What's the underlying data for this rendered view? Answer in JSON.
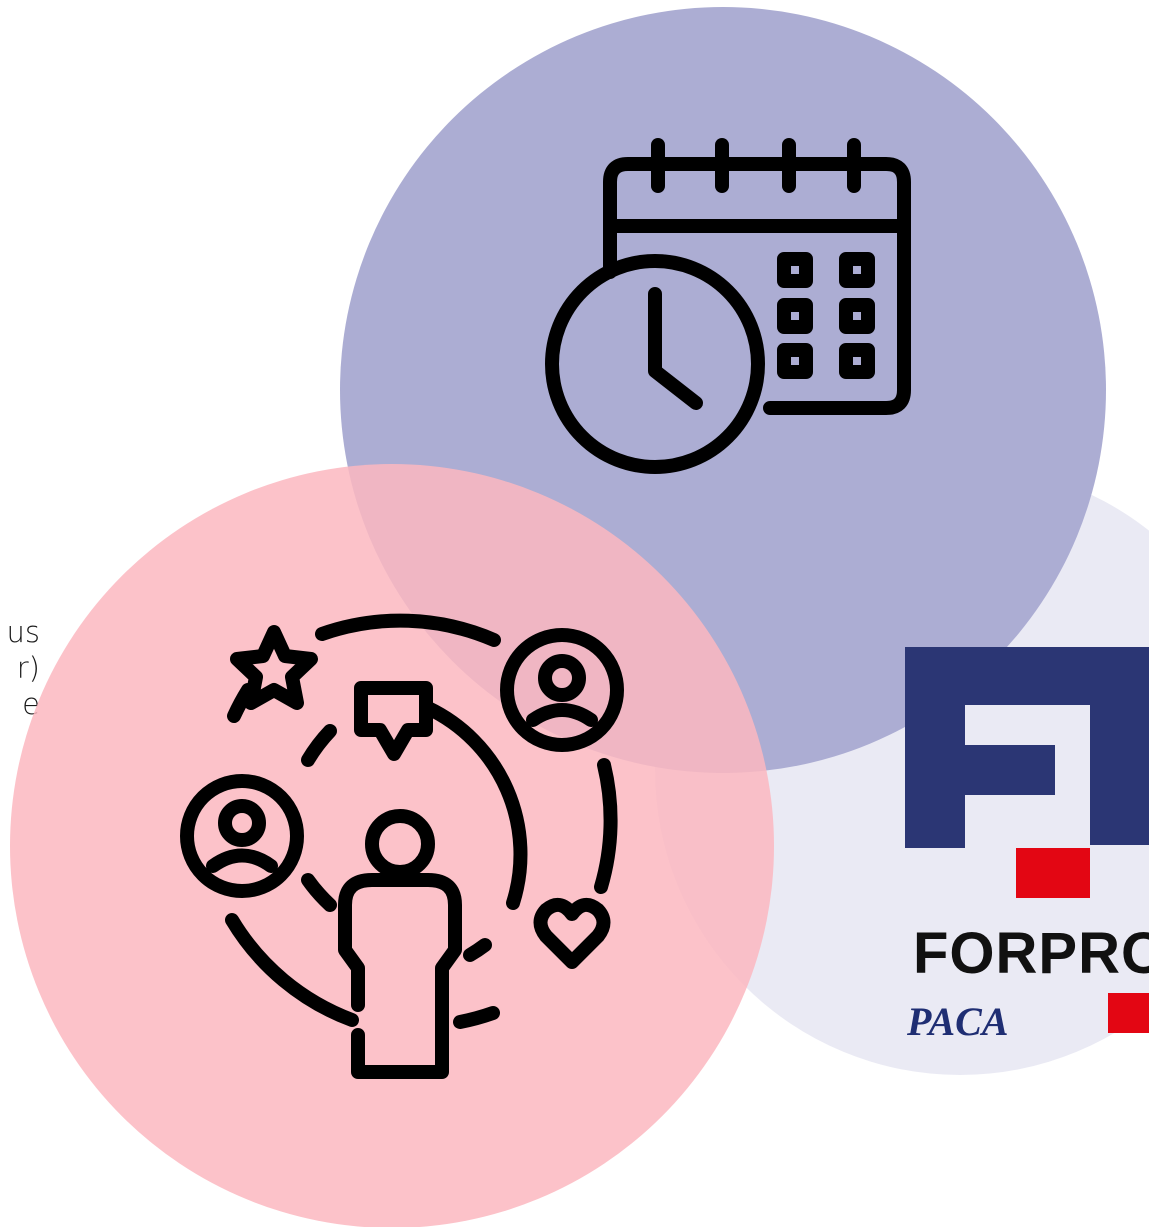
{
  "colors": {
    "calendar_circle": "#a9aad2",
    "people_circle": "#fbbcc3",
    "lavender_circle": "#e8e8f3",
    "icon_stroke": "#000000",
    "logo_navy": "#2b3674",
    "logo_red": "#e30613"
  },
  "icons": {
    "calendar": "calendar-clock-icon",
    "community": "community-network-icon"
  },
  "side_text": {
    "line1": "us",
    "line2": "r)",
    "line3": "e"
  },
  "logo": {
    "wordmark": "FORPRO",
    "region": "PACA"
  }
}
